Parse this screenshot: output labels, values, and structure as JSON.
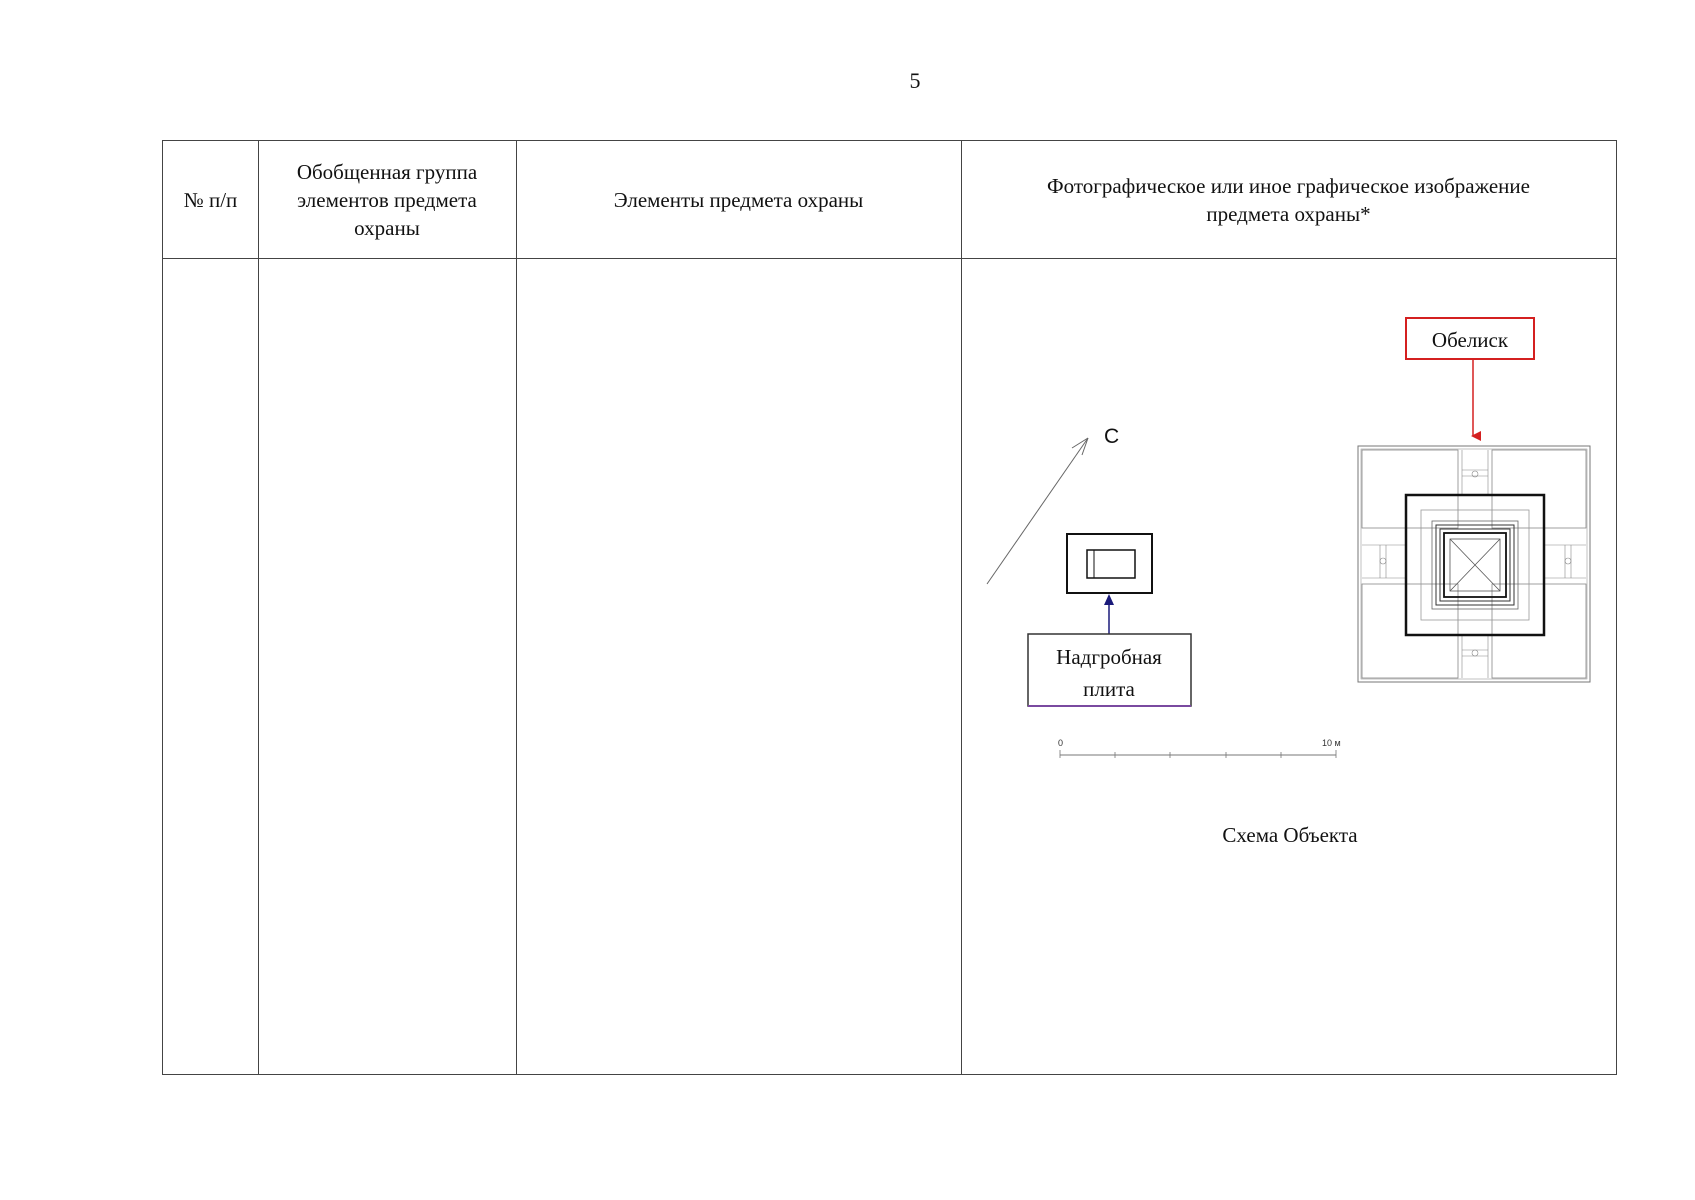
{
  "page": {
    "number": "5"
  },
  "table": {
    "headers": {
      "col1": "№ п/п",
      "col2": "Обобщенная группа элементов предмета охраны",
      "col3": "Элементы предмета охраны",
      "col4": "Фотографическое или иное графическое изображение предмета охраны*"
    }
  },
  "scheme": {
    "north_label": "С",
    "obelisk_label": "Обелиск",
    "slab_label_line1": "Надгробная",
    "slab_label_line2": "плита",
    "scale_start": "0",
    "scale_end": "10 м",
    "caption": "Схема Объекта",
    "colors": {
      "obelisk_callout": "#d42020",
      "slab_arrow": "#1a1a7a",
      "slab_underline": "#7a4aa0"
    }
  }
}
